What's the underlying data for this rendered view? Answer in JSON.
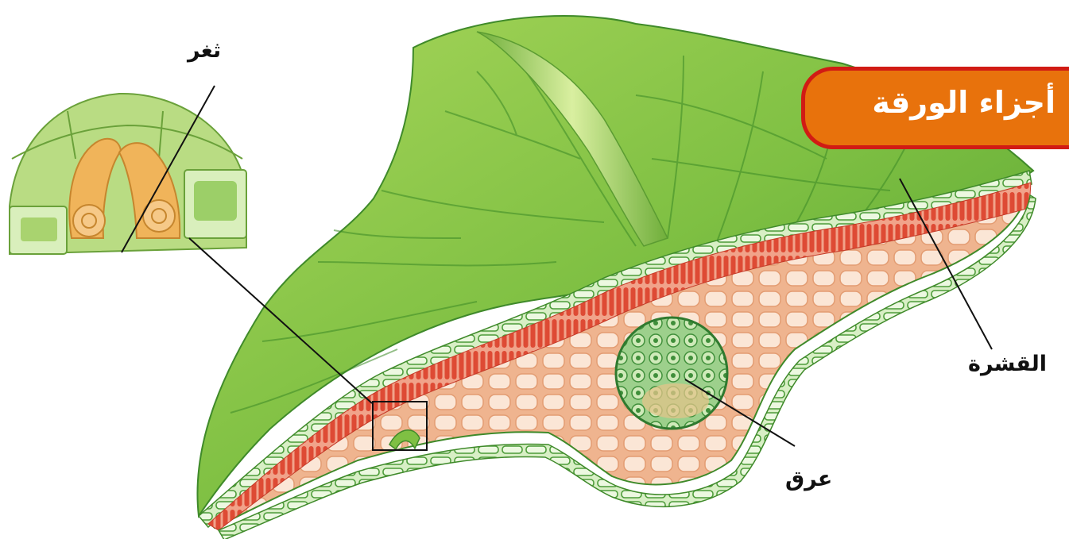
{
  "title": "أجزاء الورقة",
  "labels": {
    "stoma": "ثغر",
    "epidermis": "القشرة",
    "vein": "عرق"
  },
  "colors": {
    "leaf_green": "#8cc63e",
    "leaf_dark": "#3f8f2a",
    "palisade_red": "#e0543a",
    "mesophyll_peach": "#f3c7a4",
    "guard_cell_orange": "#f0b45a",
    "banner_orange": "#e8720c",
    "banner_border": "#d11b14"
  }
}
